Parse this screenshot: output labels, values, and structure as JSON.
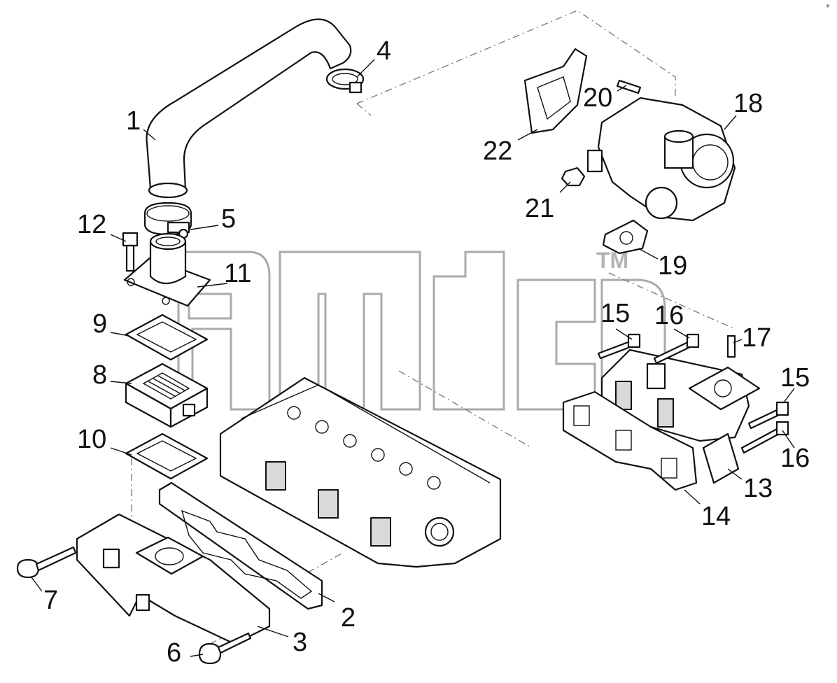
{
  "diagram": {
    "watermark_text": "TM",
    "corner_mark": "+"
  },
  "callouts": [
    {
      "id": "1",
      "text": "1"
    },
    {
      "id": "2",
      "text": "2"
    },
    {
      "id": "3",
      "text": "3"
    },
    {
      "id": "4",
      "text": "4"
    },
    {
      "id": "5",
      "text": "5"
    },
    {
      "id": "6",
      "text": "6"
    },
    {
      "id": "7",
      "text": "7"
    },
    {
      "id": "8",
      "text": "8"
    },
    {
      "id": "9",
      "text": "9"
    },
    {
      "id": "10",
      "text": "10"
    },
    {
      "id": "11",
      "text": "11"
    },
    {
      "id": "12",
      "text": "12"
    },
    {
      "id": "13",
      "text": "13"
    },
    {
      "id": "14",
      "text": "14"
    },
    {
      "id": "15a",
      "text": "15"
    },
    {
      "id": "15b",
      "text": "15"
    },
    {
      "id": "16a",
      "text": "16"
    },
    {
      "id": "16b",
      "text": "16"
    },
    {
      "id": "17",
      "text": "17"
    },
    {
      "id": "18",
      "text": "18"
    },
    {
      "id": "19",
      "text": "19"
    },
    {
      "id": "20",
      "text": "20"
    },
    {
      "id": "21",
      "text": "21"
    },
    {
      "id": "22",
      "text": "22"
    }
  ]
}
